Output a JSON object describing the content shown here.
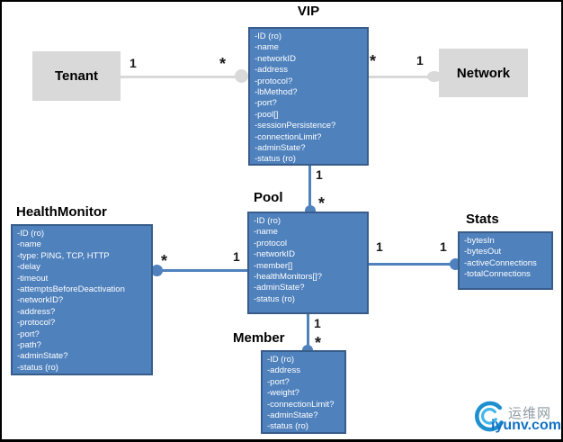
{
  "entities": {
    "vip": {
      "title": "VIP",
      "fields": [
        "-ID (ro)",
        "-name",
        "-networkID",
        "-address",
        "-protocol?",
        "-lbMethod?",
        "-port?",
        "-pool[]",
        "-sessionPersistence?",
        "-connectionLimit?",
        "-adminState?",
        "-status (ro)"
      ]
    },
    "pool": {
      "title": "Pool",
      "fields": [
        "-ID (ro)",
        "-name",
        "-protocol",
        "-networkID",
        "-member[]",
        "-healthMonitors[]?",
        "-adminState?",
        "-status (ro)"
      ]
    },
    "health_monitor": {
      "title": "HealthMonitor",
      "fields": [
        "-ID (ro)",
        "-name",
        "-type: PING, TCP, HTTP",
        "-delay",
        "-timeout",
        "-attemptsBeforeDeactivation",
        "-networkID?",
        "-address?",
        "-protocol?",
        "-port?",
        "-path?",
        "-adminState?",
        "-status (ro)"
      ]
    },
    "stats": {
      "title": "Stats",
      "fields": [
        "-bytesIn",
        "-bytesOut",
        "-activeConnections",
        "-totalConnections"
      ]
    },
    "member": {
      "title": "Member",
      "fields": [
        "-ID (ro)",
        "-address",
        "-port?",
        "-weight?",
        "-connectionLimit?",
        "-adminState?",
        "-status (ro)"
      ]
    },
    "tenant": {
      "title": "Tenant"
    },
    "network": {
      "title": "Network"
    }
  },
  "connections": {
    "tenant_vip": {
      "near_tenant": "1",
      "near_vip": "*"
    },
    "vip_network": {
      "near_vip": "*",
      "near_network": "1"
    },
    "vip_pool": {
      "near_vip": "1",
      "near_pool": "*"
    },
    "healthmonitor_pool": {
      "near_healthmonitor": "*",
      "near_pool": "1"
    },
    "pool_stats": {
      "near_pool": "1",
      "near_stats": "1"
    },
    "pool_member": {
      "near_pool": "1",
      "near_member": "*"
    }
  },
  "watermark": {
    "site_name": "运维网",
    "site_domain": "iyunv.com"
  },
  "colors": {
    "entity_fill": "#4f81bd",
    "entity_border": "#385d8a",
    "neutral_fill": "#d9d9d9",
    "connector_blue": "#4f81bd",
    "connector_gray": "#d9d9d9",
    "watermark_blue": "#1472c4"
  }
}
